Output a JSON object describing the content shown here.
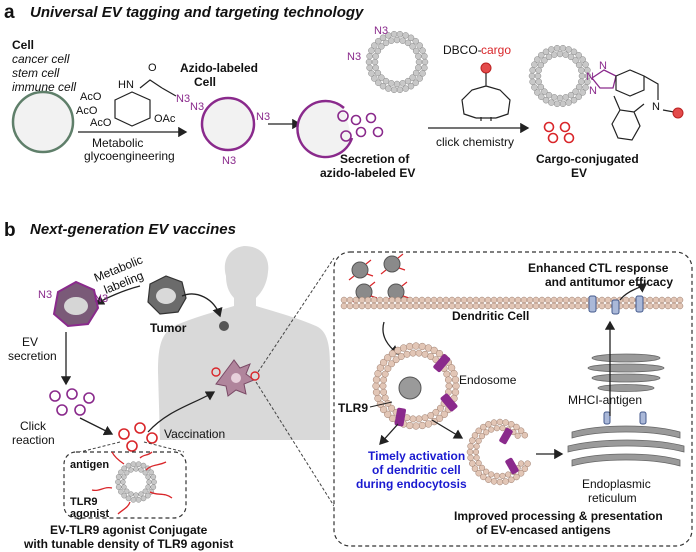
{
  "panel_a": {
    "letter": "a",
    "heading": "Universal EV tagging and targeting technology",
    "cell_title": "Cell",
    "cell_types": [
      "cancer cell",
      "stem cell",
      "immune cell"
    ],
    "sugar_labels": {
      "hn": "HN",
      "o": "O",
      "ac_top": "AcO",
      "ac_mid": "AcO",
      "ac_bot": "AcO",
      "oac": "OAc",
      "n3": "N3"
    },
    "metabolic_label": [
      "Metabolic",
      "glycoengineering"
    ],
    "azido_cell_label": [
      "Azido-labeled",
      "Cell"
    ],
    "azide": "N3",
    "secretion_label": [
      "Secretion of",
      "azido-labeled EV"
    ],
    "dbco_prefix": "DBCO-",
    "dbco_cargo": "cargo",
    "click_label": "click chemistry",
    "conjugated_label": [
      "Cargo-conjugated",
      "EV"
    ],
    "triazole": {
      "n_top": "N",
      "n_mid": "N",
      "n_left": "N",
      "n_ring": "N"
    }
  },
  "panel_b": {
    "letter": "b",
    "heading": "Next-generation EV vaccines",
    "metabolic_labeling": [
      "Metabolic",
      "labeling"
    ],
    "tumor": "Tumor",
    "ev_secretion": [
      "EV",
      "secretion"
    ],
    "click_reaction": [
      "Click",
      "reaction"
    ],
    "vaccination": "Vaccination",
    "antigen": "antigen",
    "tlr9_agonist": [
      "TLR9",
      "agonist"
    ],
    "conjugate_caption": [
      "EV-TLR9 agonist Conjugate",
      "with tunable density of TLR9 agonist"
    ],
    "ctl_response": [
      "Enhanced CTL response",
      "and antitumor efficacy"
    ],
    "dendritic_cell": "Dendritic Cell",
    "endosome": "Endosome",
    "tlr9": "TLR9",
    "mhci": "MHCI-antigen",
    "timely": [
      "Timely activation",
      "of dendritic cell",
      "during endocytosis"
    ],
    "er": [
      "Endoplasmic",
      "reticulum"
    ],
    "improved": [
      "Improved processing & presentation",
      "of EV-encased antigens"
    ]
  },
  "colors": {
    "purple": "#8a2a8c",
    "red": "#d9262a",
    "blue": "#1a1ad0",
    "cell_green": "#5f7f6a",
    "bead": "#c8c8c8",
    "endo_bead": "#e2c6b6",
    "silhouette": "#d9d9d9",
    "er": "#9a9a9a"
  }
}
